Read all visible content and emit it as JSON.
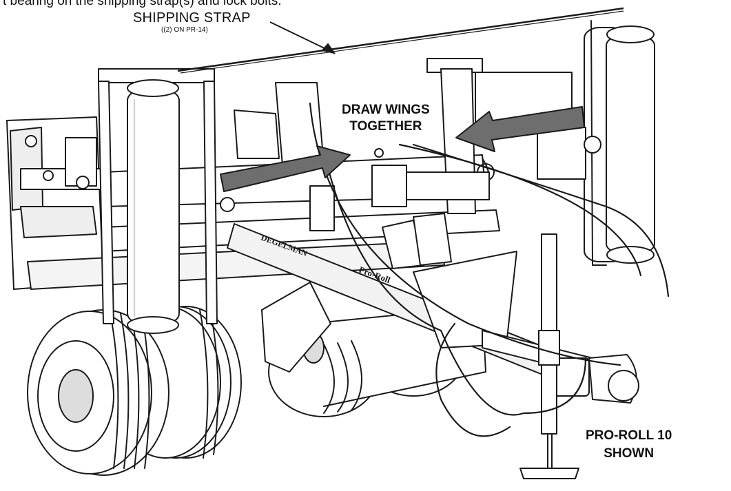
{
  "labels": {
    "intro": "t bearing on the shipping strap(s) and lock bolts.",
    "shipping_strap": "SHIPPING STRAP",
    "shipping_strap_sub": "((2) ON PR-14)",
    "draw_wings_line1": "DRAW WINGS",
    "draw_wings_line2": "TOGETHER",
    "model_line1": "PRO-ROLL 10",
    "model_line2": "SHOWN"
  },
  "decals": {
    "brand": "DEGELMAN",
    "model": "Pro-Roll"
  },
  "colors": {
    "arrow_fill": "#6e6e6e",
    "line": "#1a1a1a",
    "machine_fill": "#ffffff",
    "shade": "#d9d9d9"
  }
}
